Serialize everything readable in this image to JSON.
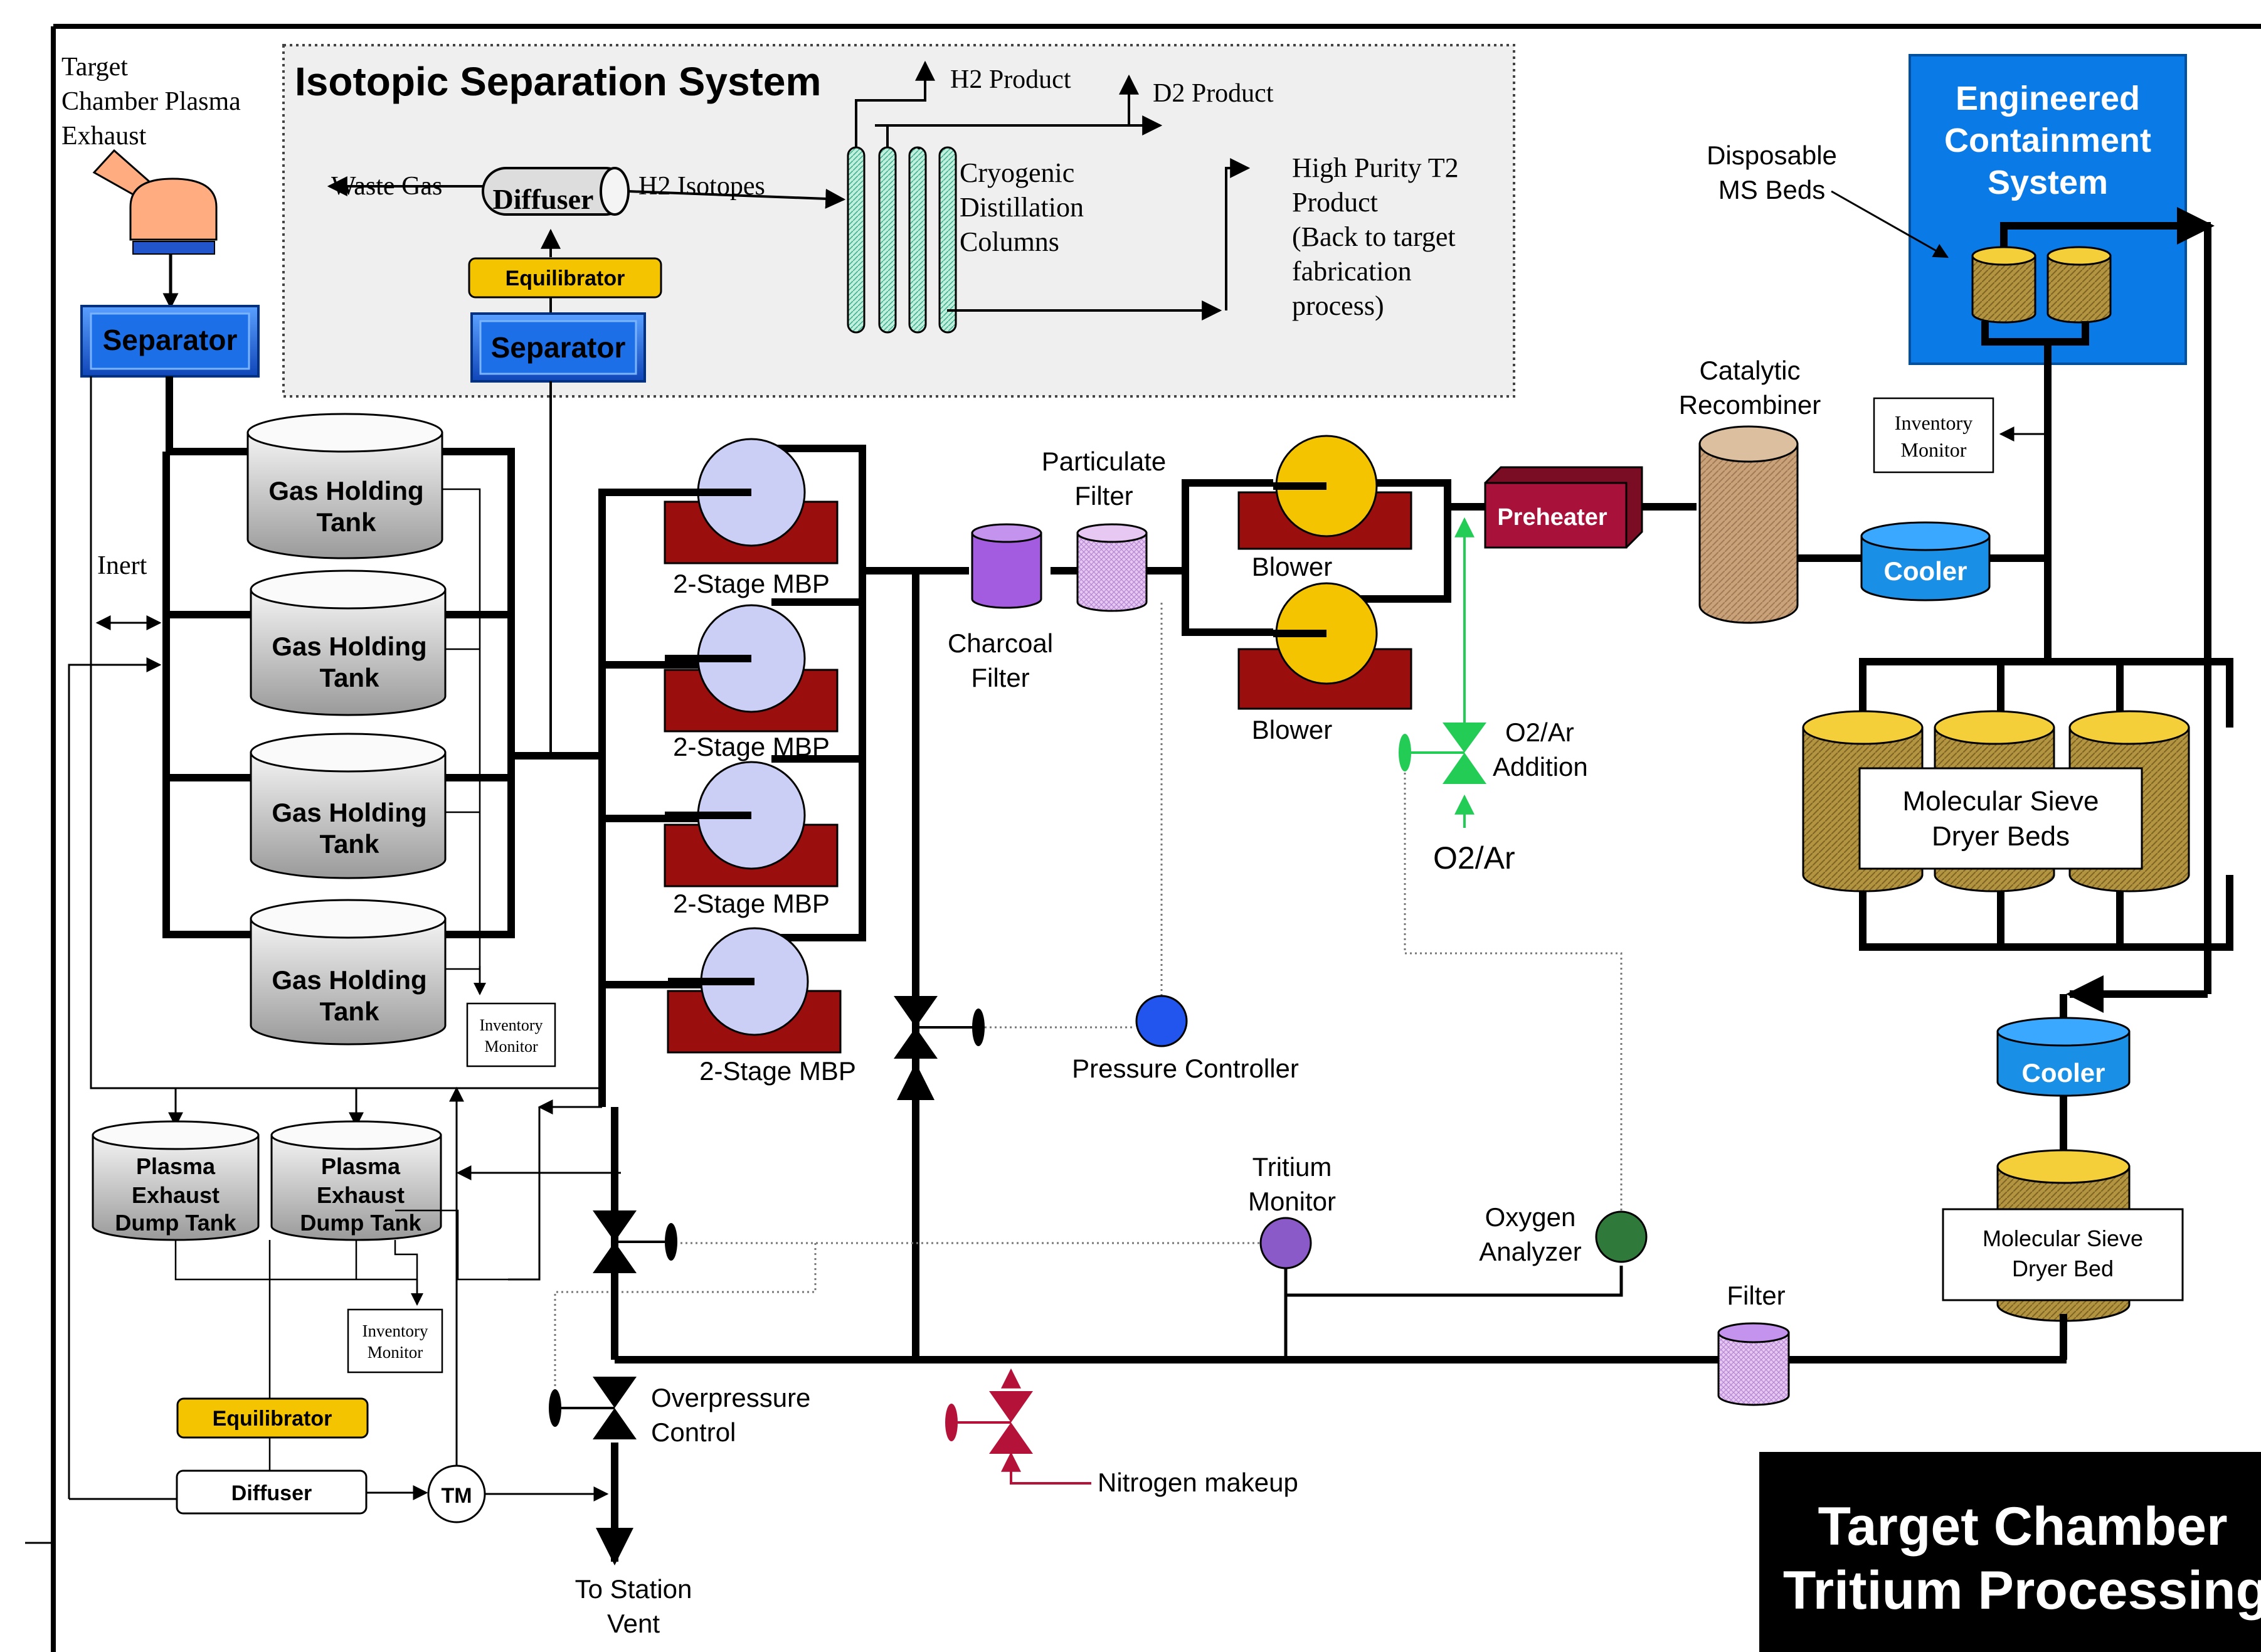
{
  "isotopic_system": {
    "title": "Isotopic Separation System",
    "waste_gas": "Waste Gas",
    "diffuser": "Diffuser",
    "h2_isotopes": "H2 Isotopes",
    "h2_product": "H2 Product",
    "d2_product": "D2 Product",
    "cryo_line1": "Cryogenic",
    "cryo_line2": "Distillation",
    "cryo_line3": "Columns",
    "t2_line1": "High Purity T2",
    "t2_line2": "Product",
    "t2_line3": "(Back to target",
    "t2_line4": "fabrication",
    "t2_line5": "process)",
    "equilibrator": "Equilibrator",
    "separator": "Separator"
  },
  "exhaust": {
    "line1": "Target",
    "line2": "Chamber Plasma",
    "line3": "Exhaust",
    "separator": "Separator",
    "inert": "Inert"
  },
  "tanks": {
    "label_line1": "Gas Holding",
    "label_line2": "Tank"
  },
  "inventory_monitor": {
    "line1": "Inventory",
    "line2": "Monitor"
  },
  "dump_tanks": {
    "line1": "Plasma",
    "line2": "Exhaust",
    "line3": "Dump Tank"
  },
  "lower_left": {
    "equilibrator": "Equilibrator",
    "diffuser": "Diffuser",
    "tm": "TM"
  },
  "pumps": {
    "label": "2-Stage MBP"
  },
  "filters": {
    "particulate_line1": "Particulate",
    "particulate_line2": "Filter",
    "charcoal_line1": "Charcoal",
    "charcoal_line2": "Filter",
    "filter": "Filter"
  },
  "blowers": {
    "label": "Blower"
  },
  "preheater": "Preheater",
  "recombiner": {
    "line1": "Catalytic",
    "line2": "Recombiner"
  },
  "o2": {
    "addition_line1": "O2/Ar",
    "addition_line2": "Addition",
    "source": "O2/Ar"
  },
  "containment": {
    "line1": "Engineered",
    "line2": "Containment",
    "line3": "System",
    "disposable_line1": "Disposable",
    "disposable_line2": "MS Beds"
  },
  "coolers": {
    "label": "Cooler"
  },
  "sieve": {
    "beds_line1": "Molecular Sieve",
    "beds_line2": "Dryer Beds",
    "bed_line1": "Molecular Sieve",
    "bed_line2": "Dryer Bed"
  },
  "instruments": {
    "pressure_controller": "Pressure Controller",
    "tritium_line1": "Tritium",
    "tritium_line2": "Monitor",
    "oxygen_line1": "Oxygen",
    "oxygen_line2": "Analyzer"
  },
  "vent": {
    "overpressure_line1": "Overpressure",
    "overpressure_line2": "Control",
    "nitrogen": "Nitrogen makeup",
    "to_station_line1": "To Station",
    "to_station_line2": "Vent"
  },
  "title": {
    "line1": "Target Chamber",
    "line2": "Tritium Processing"
  },
  "colors": {
    "separator_blue": "#1a6fe0",
    "equilibrator_yellow": "#f5c400",
    "pump_body": "#cccff5",
    "pump_base": "#9b0e0e",
    "blower_body": "#f5c400",
    "preheater": "#a8123a",
    "containment_blue": "#0a7ae6",
    "sieve_gold": "#b0902e",
    "green_line": "#22cc55",
    "nitrogen_valve": "#b5123a"
  }
}
